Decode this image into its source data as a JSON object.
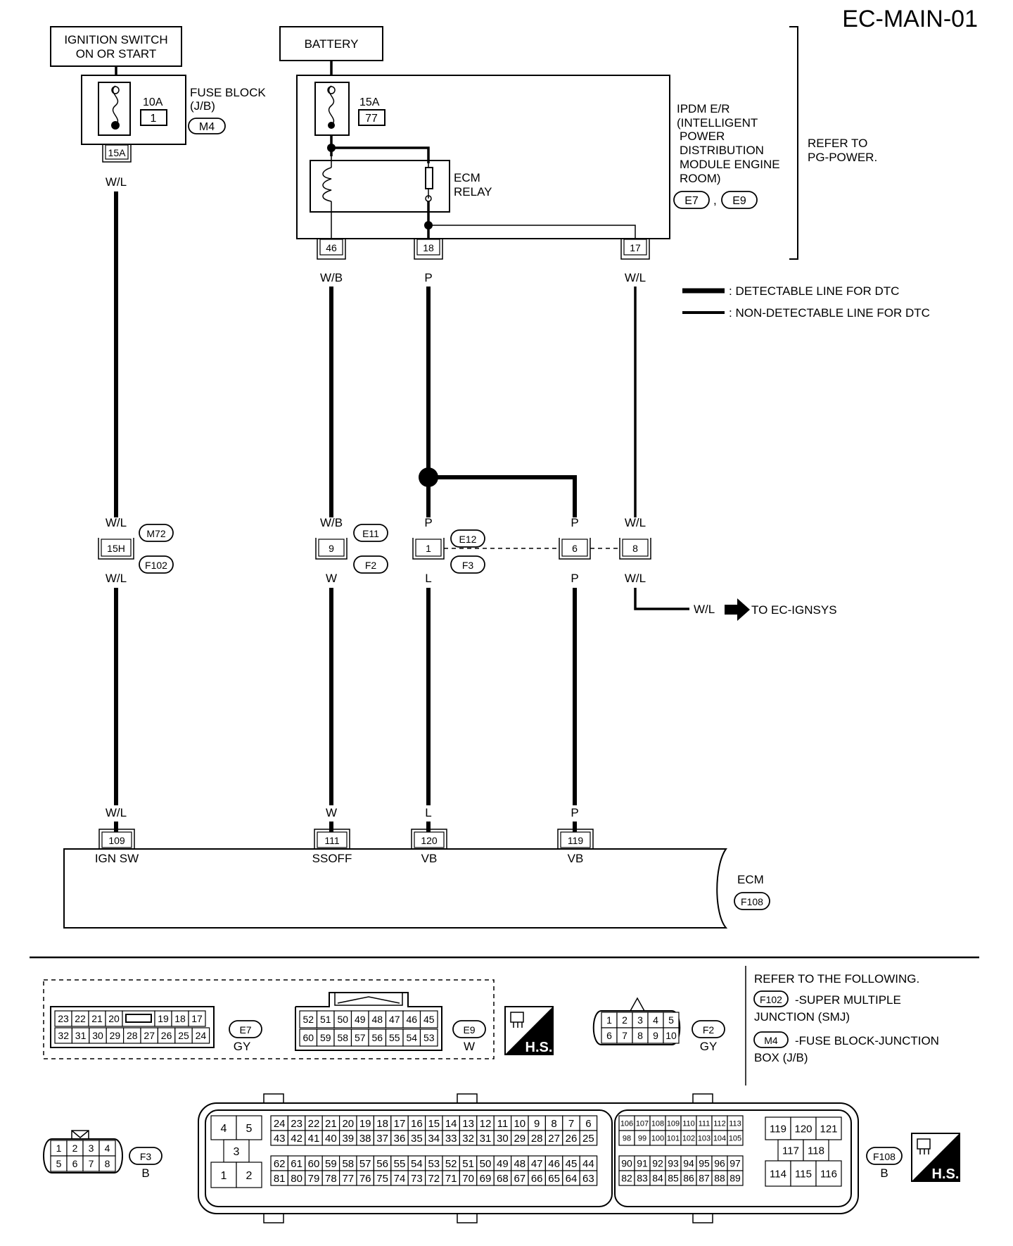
{
  "title": "EC-MAIN-01",
  "sources": {
    "ignition": "IGNITION SWITCH\nON OR START",
    "battery": "BATTERY"
  },
  "fuse_block": {
    "label": "FUSE BLOCK\n(J/B)",
    "connector": "M4",
    "fuse_amp": "10A",
    "fuse_no": "1",
    "terminal": "15A"
  },
  "ipdm": {
    "label": "IPDM E/R\n(INTELLIGENT\n POWER\n DISTRIBUTION\n MODULE ENGINE\n ROOM)",
    "connectors": [
      "E7",
      "E9"
    ],
    "fuse_amp": "15A",
    "fuse_no": "77",
    "relay_label": "ECM\nRELAY",
    "terminals": [
      "46",
      "18",
      "17"
    ],
    "refer": "REFER TO\nPG-POWER."
  },
  "legend": {
    "detectable": ": DETECTABLE LINE FOR DTC",
    "non_detectable": ": NON-DETECTABLE LINE FOR DTC"
  },
  "wires": {
    "w1_top": "W/L",
    "w1_mid": "W/L",
    "w1_low": "W/L",
    "w1_bot": "W/L",
    "w2_top": "W/B",
    "w2_mid": "W/B",
    "w2_low": "W",
    "w2_bot": "W",
    "w3_top": "P",
    "w3_mid": "P",
    "w3_low": "L",
    "w3_bot": "L",
    "w4_mid": "P",
    "w4_low": "P",
    "w4_bot": "P",
    "w5_top": "W/L",
    "w5_mid": "W/L",
    "w5_low": "W/L",
    "w5_out": "W/L"
  },
  "junctions": {
    "j1": {
      "pin": "15H",
      "c1": "M72",
      "c2": "F102"
    },
    "j2": {
      "pin": "9",
      "c1": "E11",
      "c2": "F2"
    },
    "j3": {
      "pin": "1",
      "c1": "E12",
      "c2": "F3"
    },
    "j4": {
      "pin": "6"
    },
    "j5": {
      "pin": "8"
    }
  },
  "to_ignsys": "TO EC-IGNSYS",
  "ecm": {
    "label": "ECM",
    "connector": "F108",
    "pins": [
      "109",
      "111",
      "120",
      "119"
    ],
    "pin_labels": [
      "IGN SW",
      "SSOFF",
      "VB",
      "VB"
    ]
  },
  "connector_views": {
    "e7": {
      "name": "E7",
      "color": "GY",
      "row1": [
        "23",
        "22",
        "21",
        "20",
        "",
        "19",
        "18",
        "17"
      ],
      "row2": [
        "32",
        "31",
        "30",
        "29",
        "28",
        "27",
        "26",
        "25",
        "24"
      ]
    },
    "e9": {
      "name": "E9",
      "color": "W",
      "row1": [
        "52",
        "51",
        "50",
        "49",
        "48",
        "47",
        "46",
        "45"
      ],
      "row2": [
        "60",
        "59",
        "58",
        "57",
        "56",
        "55",
        "54",
        "53"
      ]
    },
    "hs": "H.S.",
    "f2": {
      "name": "F2",
      "color": "GY",
      "row1": [
        "1",
        "2",
        "3",
        "4",
        "5"
      ],
      "row2": [
        "6",
        "7",
        "8",
        "9",
        "10"
      ]
    },
    "f3": {
      "name": "F3",
      "color": "B",
      "row1": [
        "1",
        "2",
        "3",
        "4"
      ],
      "row2": [
        "5",
        "6",
        "7",
        "8"
      ]
    },
    "f108": {
      "name": "F108",
      "color": "B"
    }
  },
  "refer_following": {
    "heading": "REFER TO THE FOLLOWING.",
    "items": [
      {
        "conn": "F102",
        "desc": "-SUPER MULTIPLE",
        "desc2": "JUNCTION (SMJ)"
      },
      {
        "conn": "M4",
        "desc": "-FUSE BLOCK-JUNCTION",
        "desc2": "BOX (J/B)"
      }
    ]
  },
  "f108_blocks": {
    "a": [
      "4",
      "5",
      "3",
      "1",
      "2"
    ],
    "b_row1": [
      "24",
      "23",
      "22",
      "21",
      "20",
      "19",
      "18",
      "17",
      "16",
      "15",
      "14",
      "13",
      "12",
      "11",
      "10",
      "9",
      "8",
      "7",
      "6"
    ],
    "b_row2": [
      "43",
      "42",
      "41",
      "40",
      "39",
      "38",
      "37",
      "36",
      "35",
      "34",
      "33",
      "32",
      "31",
      "30",
      "29",
      "28",
      "27",
      "26",
      "25"
    ],
    "b_row3": [
      "62",
      "61",
      "60",
      "59",
      "58",
      "57",
      "56",
      "55",
      "54",
      "53",
      "52",
      "51",
      "50",
      "49",
      "48",
      "47",
      "46",
      "45",
      "44"
    ],
    "b_row4": [
      "81",
      "80",
      "79",
      "78",
      "77",
      "76",
      "75",
      "74",
      "73",
      "72",
      "71",
      "70",
      "69",
      "68",
      "67",
      "66",
      "65",
      "64",
      "63"
    ],
    "c_row1": [
      "106",
      "107",
      "108",
      "109",
      "110",
      "111",
      "112",
      "113"
    ],
    "c_row2": [
      "98",
      "99",
      "100",
      "101",
      "102",
      "103",
      "104",
      "105"
    ],
    "c_row3": [
      "90",
      "91",
      "92",
      "93",
      "94",
      "95",
      "96",
      "97"
    ],
    "c_row4": [
      "82",
      "83",
      "84",
      "85",
      "86",
      "87",
      "88",
      "89"
    ],
    "d_row1": [
      "119",
      "120",
      "121"
    ],
    "d_row2": [
      "117",
      "118"
    ],
    "d_row3": [
      "114",
      "115",
      "116"
    ]
  }
}
